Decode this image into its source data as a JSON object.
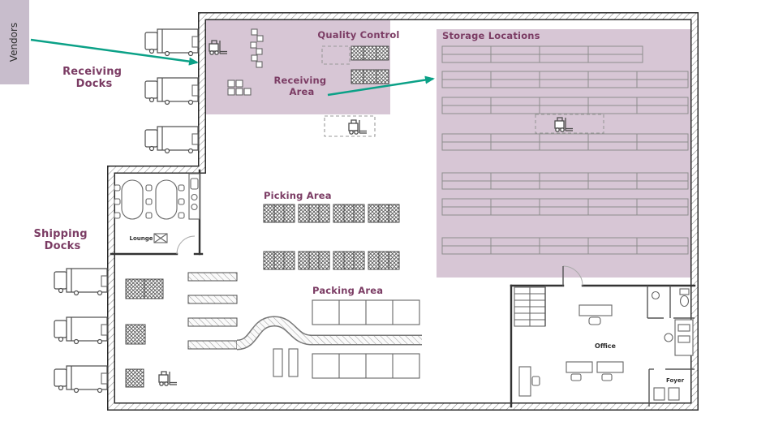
{
  "labels": {
    "vendors": "Vendors",
    "receiving_docks_line1": "Receiving",
    "receiving_docks_line2": "Docks",
    "shipping_docks_line1": "Shipping",
    "shipping_docks_line2": "Docks",
    "quality_control": "Quality Control",
    "receiving_area_line1": "Receiving",
    "receiving_area_line2": "Area",
    "storage_locations": "Storage Locations",
    "picking_area": "Picking Area",
    "packing_area": "Packing Area",
    "lounge": "Lounge",
    "office": "Office",
    "foyer": "Foyer"
  },
  "colors": {
    "area_highlight": "#d7c6d5",
    "vendors_box": "#c8bdcc",
    "area_label": "#7b3c64",
    "flow_arrow": "#0ba187",
    "dark_text": "#2e2e2e"
  }
}
